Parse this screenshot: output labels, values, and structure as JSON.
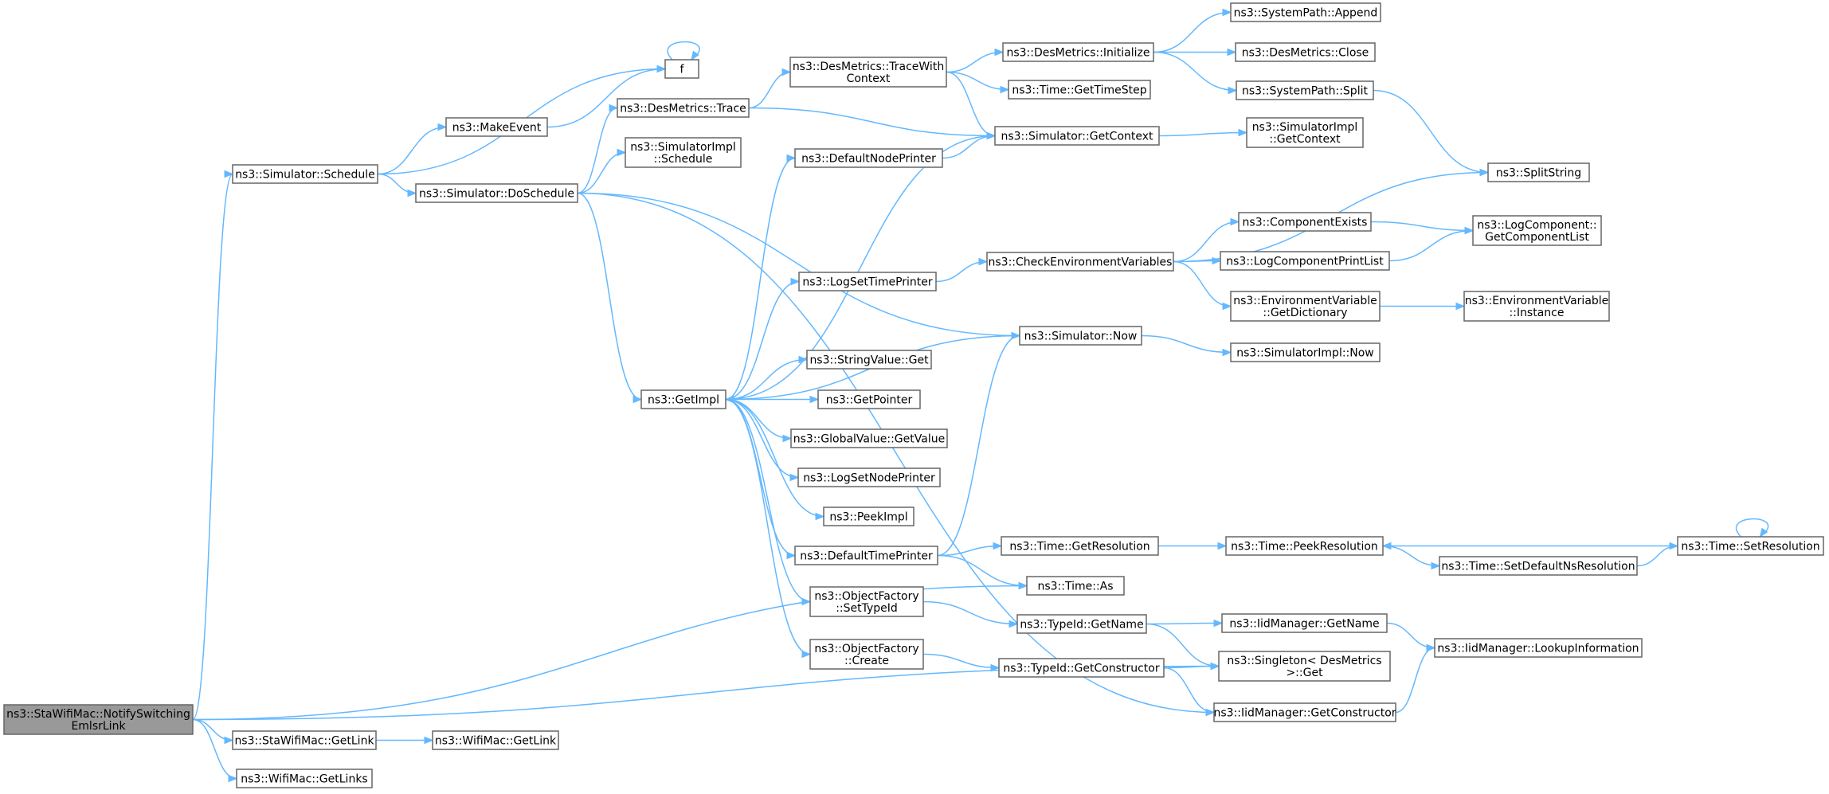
{
  "colors": {
    "edge": "#63b8ff",
    "node_border": "#666666",
    "root_fill": "#999999",
    "node_fill": "#ffffff"
  },
  "nodes": [
    {
      "id": "root",
      "lines": [
        "ns3::StaWifiMac::NotifySwitching",
        "EmlsrLink"
      ],
      "root": true
    },
    {
      "id": "sched",
      "lines": [
        "ns3::Simulator::Schedule"
      ]
    },
    {
      "id": "stagetlink",
      "lines": [
        "ns3::StaWifiMac::GetLink"
      ]
    },
    {
      "id": "getlinks",
      "lines": [
        "ns3::WifiMac::GetLinks"
      ]
    },
    {
      "id": "f",
      "lines": [
        "f"
      ]
    },
    {
      "id": "mkevt",
      "lines": [
        "ns3::MakeEvent"
      ]
    },
    {
      "id": "dosched",
      "lines": [
        "ns3::Simulator::DoSchedule"
      ]
    },
    {
      "id": "wgetlink",
      "lines": [
        "ns3::WifiMac::GetLink"
      ]
    },
    {
      "id": "dtrace",
      "lines": [
        "ns3::DesMetrics::Trace"
      ]
    },
    {
      "id": "simplsched",
      "lines": [
        "ns3::SimulatorImpl",
        "::Schedule"
      ]
    },
    {
      "id": "getimpl",
      "lines": [
        "ns3::GetImpl"
      ]
    },
    {
      "id": "twc",
      "lines": [
        "ns3::DesMetrics::TraceWith",
        "Context"
      ]
    },
    {
      "id": "dnp",
      "lines": [
        "ns3::DefaultNodePrinter"
      ]
    },
    {
      "id": "lstp",
      "lines": [
        "ns3::LogSetTimePrinter"
      ]
    },
    {
      "id": "svget",
      "lines": [
        "ns3::StringValue::Get"
      ]
    },
    {
      "id": "getptr",
      "lines": [
        "ns3::GetPointer"
      ]
    },
    {
      "id": "gvget",
      "lines": [
        "ns3::GlobalValue::GetValue"
      ]
    },
    {
      "id": "lsnp",
      "lines": [
        "ns3::LogSetNodePrinter"
      ]
    },
    {
      "id": "peekimpl",
      "lines": [
        "ns3::PeekImpl"
      ]
    },
    {
      "id": "dtp",
      "lines": [
        "ns3::DefaultTimePrinter"
      ]
    },
    {
      "id": "ofst",
      "lines": [
        "ns3::ObjectFactory",
        "::SetTypeId"
      ]
    },
    {
      "id": "ofc",
      "lines": [
        "ns3::ObjectFactory",
        "::Create"
      ]
    },
    {
      "id": "dminit",
      "lines": [
        "ns3::DesMetrics::Initialize"
      ]
    },
    {
      "id": "gettimestep",
      "lines": [
        "ns3::Time::GetTimeStep"
      ]
    },
    {
      "id": "getctx",
      "lines": [
        "ns3::Simulator::GetContext"
      ]
    },
    {
      "id": "cev",
      "lines": [
        "ns3::CheckEnvironmentVariables"
      ]
    },
    {
      "id": "now",
      "lines": [
        "ns3::Simulator::Now"
      ]
    },
    {
      "id": "getres",
      "lines": [
        "ns3::Time::GetResolution"
      ]
    },
    {
      "id": "timeas",
      "lines": [
        "ns3::Time::As"
      ]
    },
    {
      "id": "tidname",
      "lines": [
        "ns3::TypeId::GetName"
      ]
    },
    {
      "id": "tidctor",
      "lines": [
        "ns3::TypeId::GetConstructor"
      ]
    },
    {
      "id": "spappend",
      "lines": [
        "ns3::SystemPath::Append"
      ]
    },
    {
      "id": "dmclose",
      "lines": [
        "ns3::DesMetrics::Close"
      ]
    },
    {
      "id": "spsplit",
      "lines": [
        "ns3::SystemPath::Split"
      ]
    },
    {
      "id": "simplctx",
      "lines": [
        "ns3::SimulatorImpl",
        "::GetContext"
      ]
    },
    {
      "id": "compexists",
      "lines": [
        "ns3::ComponentExists"
      ]
    },
    {
      "id": "lcpl",
      "lines": [
        "ns3::LogComponentPrintList"
      ]
    },
    {
      "id": "evdict",
      "lines": [
        "ns3::EnvironmentVariable",
        "::GetDictionary"
      ]
    },
    {
      "id": "simplnow",
      "lines": [
        "ns3::SimulatorImpl::Now"
      ]
    },
    {
      "id": "peekres",
      "lines": [
        "ns3::Time::PeekResolution"
      ]
    },
    {
      "id": "iidname",
      "lines": [
        "ns3::IidManager::GetName"
      ]
    },
    {
      "id": "singleton",
      "lines": [
        "ns3::Singleton< DesMetrics",
        " >::Get"
      ]
    },
    {
      "id": "iidctor",
      "lines": [
        "ns3::IidManager::GetConstructor"
      ]
    },
    {
      "id": "splitstr",
      "lines": [
        "ns3::SplitString"
      ]
    },
    {
      "id": "lcgcl",
      "lines": [
        "ns3::LogComponent::",
        "GetComponentList"
      ]
    },
    {
      "id": "evinst",
      "lines": [
        "ns3::EnvironmentVariable",
        "::Instance"
      ]
    },
    {
      "id": "setdefns",
      "lines": [
        "ns3::Time::SetDefaultNsResolution"
      ]
    },
    {
      "id": "iidlookup",
      "lines": [
        "ns3::IidManager::LookupInformation"
      ]
    },
    {
      "id": "setres",
      "lines": [
        "ns3::Time::SetResolution"
      ]
    }
  ],
  "edges": [
    [
      "root",
      "sched"
    ],
    [
      "root",
      "stagetlink"
    ],
    [
      "root",
      "getlinks"
    ],
    [
      "root",
      "timeas"
    ],
    [
      "root",
      "singleton"
    ],
    [
      "sched",
      "f"
    ],
    [
      "sched",
      "mkevt"
    ],
    [
      "sched",
      "dosched"
    ],
    [
      "stagetlink",
      "wgetlink"
    ],
    [
      "f",
      "f"
    ],
    [
      "mkevt",
      "f"
    ],
    [
      "dosched",
      "dtrace"
    ],
    [
      "dosched",
      "simplsched"
    ],
    [
      "dosched",
      "getimpl"
    ],
    [
      "dosched",
      "now"
    ],
    [
      "dosched",
      "iidctor"
    ],
    [
      "dtrace",
      "twc"
    ],
    [
      "dtrace",
      "getctx"
    ],
    [
      "twc",
      "dminit"
    ],
    [
      "twc",
      "gettimestep"
    ],
    [
      "twc",
      "getctx"
    ],
    [
      "dminit",
      "spappend"
    ],
    [
      "dminit",
      "dmclose"
    ],
    [
      "dminit",
      "spsplit"
    ],
    [
      "spsplit",
      "splitstr"
    ],
    [
      "getctx",
      "simplctx"
    ],
    [
      "getctx",
      "getimpl"
    ],
    [
      "dnp",
      "getctx"
    ],
    [
      "getimpl",
      "dnp"
    ],
    [
      "getimpl",
      "lstp"
    ],
    [
      "getimpl",
      "svget"
    ],
    [
      "getimpl",
      "getptr"
    ],
    [
      "getimpl",
      "gvget"
    ],
    [
      "getimpl",
      "lsnp"
    ],
    [
      "getimpl",
      "peekimpl"
    ],
    [
      "getimpl",
      "dtp"
    ],
    [
      "getimpl",
      "ofst"
    ],
    [
      "getimpl",
      "ofc"
    ],
    [
      "lstp",
      "cev"
    ],
    [
      "cev",
      "splitstr"
    ],
    [
      "cev",
      "compexists"
    ],
    [
      "cev",
      "lcpl"
    ],
    [
      "cev",
      "evdict"
    ],
    [
      "compexists",
      "lcgcl"
    ],
    [
      "lcpl",
      "lcgcl"
    ],
    [
      "evdict",
      "evinst"
    ],
    [
      "now",
      "getimpl"
    ],
    [
      "now",
      "simplnow"
    ],
    [
      "dtp",
      "now"
    ],
    [
      "dtp",
      "getres"
    ],
    [
      "dtp",
      "timeas"
    ],
    [
      "getres",
      "peekres"
    ],
    [
      "peekres",
      "setdefns"
    ],
    [
      "setdefns",
      "setres"
    ],
    [
      "setres",
      "peekres"
    ],
    [
      "setres",
      "setres"
    ],
    [
      "ofst",
      "tidname"
    ],
    [
      "ofc",
      "tidctor"
    ],
    [
      "tidname",
      "iidname"
    ],
    [
      "tidname",
      "singleton"
    ],
    [
      "tidctor",
      "singleton"
    ],
    [
      "tidctor",
      "iidctor"
    ],
    [
      "iidname",
      "iidlookup"
    ],
    [
      "iidctor",
      "iidlookup"
    ]
  ]
}
